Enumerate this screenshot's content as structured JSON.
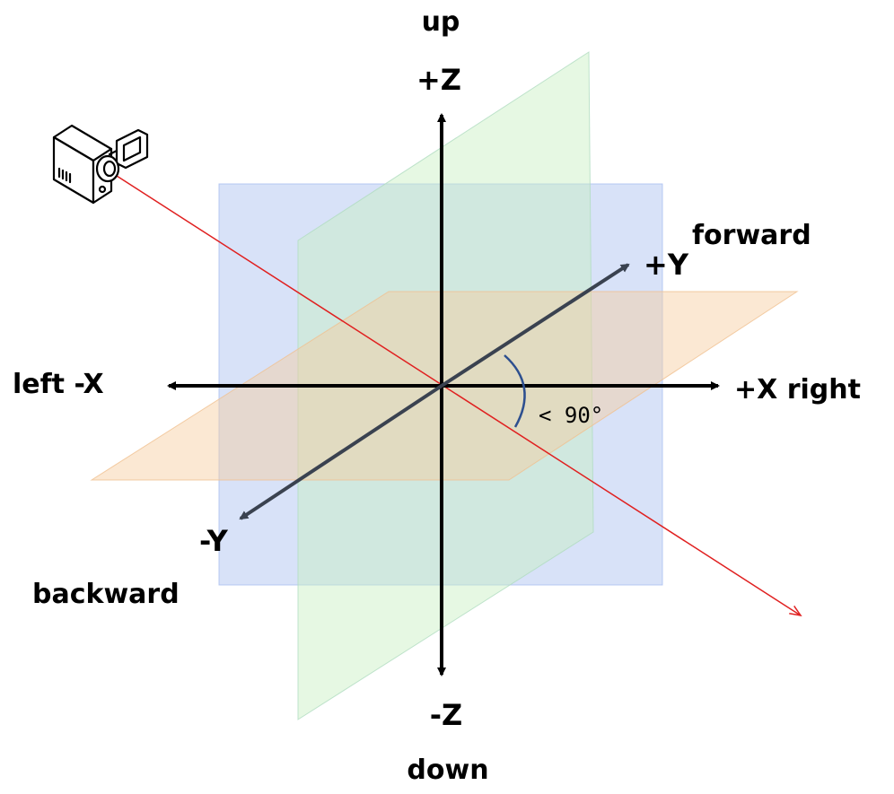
{
  "labels": {
    "up": "up",
    "pos_z": "+Z",
    "neg_z": "-Z",
    "down": "down",
    "left_neg_x": "left -X",
    "pos_x_right": "+X right",
    "pos_y": "+Y",
    "forward": "forward",
    "neg_y": "-Y",
    "backward": "backward",
    "angle": "< 90°"
  },
  "icons": {
    "camera": "camera-icon"
  },
  "colors": {
    "axis": "#000000",
    "y_axis": "#3a4250",
    "ray": "#e02020",
    "angle_arc": "#2d4f8f",
    "plane_xz": "#a9bef0",
    "plane_yz": "#c8f0c0",
    "plane_xy": "#f6cc9e"
  }
}
